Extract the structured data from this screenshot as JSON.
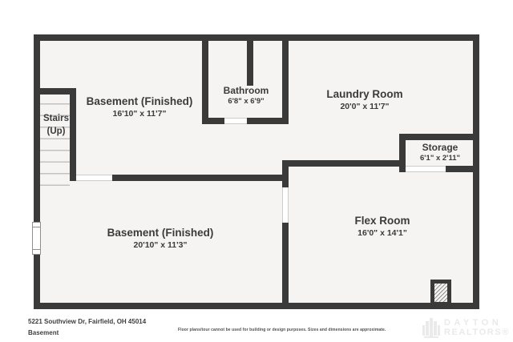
{
  "colors": {
    "wall": "#3a3a3a",
    "floor": "#f5f4f2",
    "ink": "#3b3b3b"
  },
  "rooms": {
    "basement_upper": {
      "name": "Basement (Finished)",
      "dims": "16'10\" x 11'7\""
    },
    "bathroom": {
      "name": "Bathroom",
      "dims": "6'8\" x 6'9\""
    },
    "laundry": {
      "name": "Laundry Room",
      "dims": "20'0\" x 11'7\""
    },
    "storage": {
      "name": "Storage",
      "dims": "6'1\" x 2'11\""
    },
    "basement_lower": {
      "name": "Basement (Finished)",
      "dims": "20'10\" x 11'3\""
    },
    "flex": {
      "name": "Flex Room",
      "dims": "16'0\" x 14'1\""
    },
    "stairs": {
      "line1": "Stairs",
      "line2": "(Up)"
    }
  },
  "footer": {
    "address": "5221 Southview Dr, Fairfield, OH 45014",
    "level": "Basement",
    "disclaimer": "Floor plans/tour cannot be used for building or design purposes. Sizes and dimensions are approximate.",
    "logo_line1": "DAYTON",
    "logo_line2": "REALTORS®"
  }
}
